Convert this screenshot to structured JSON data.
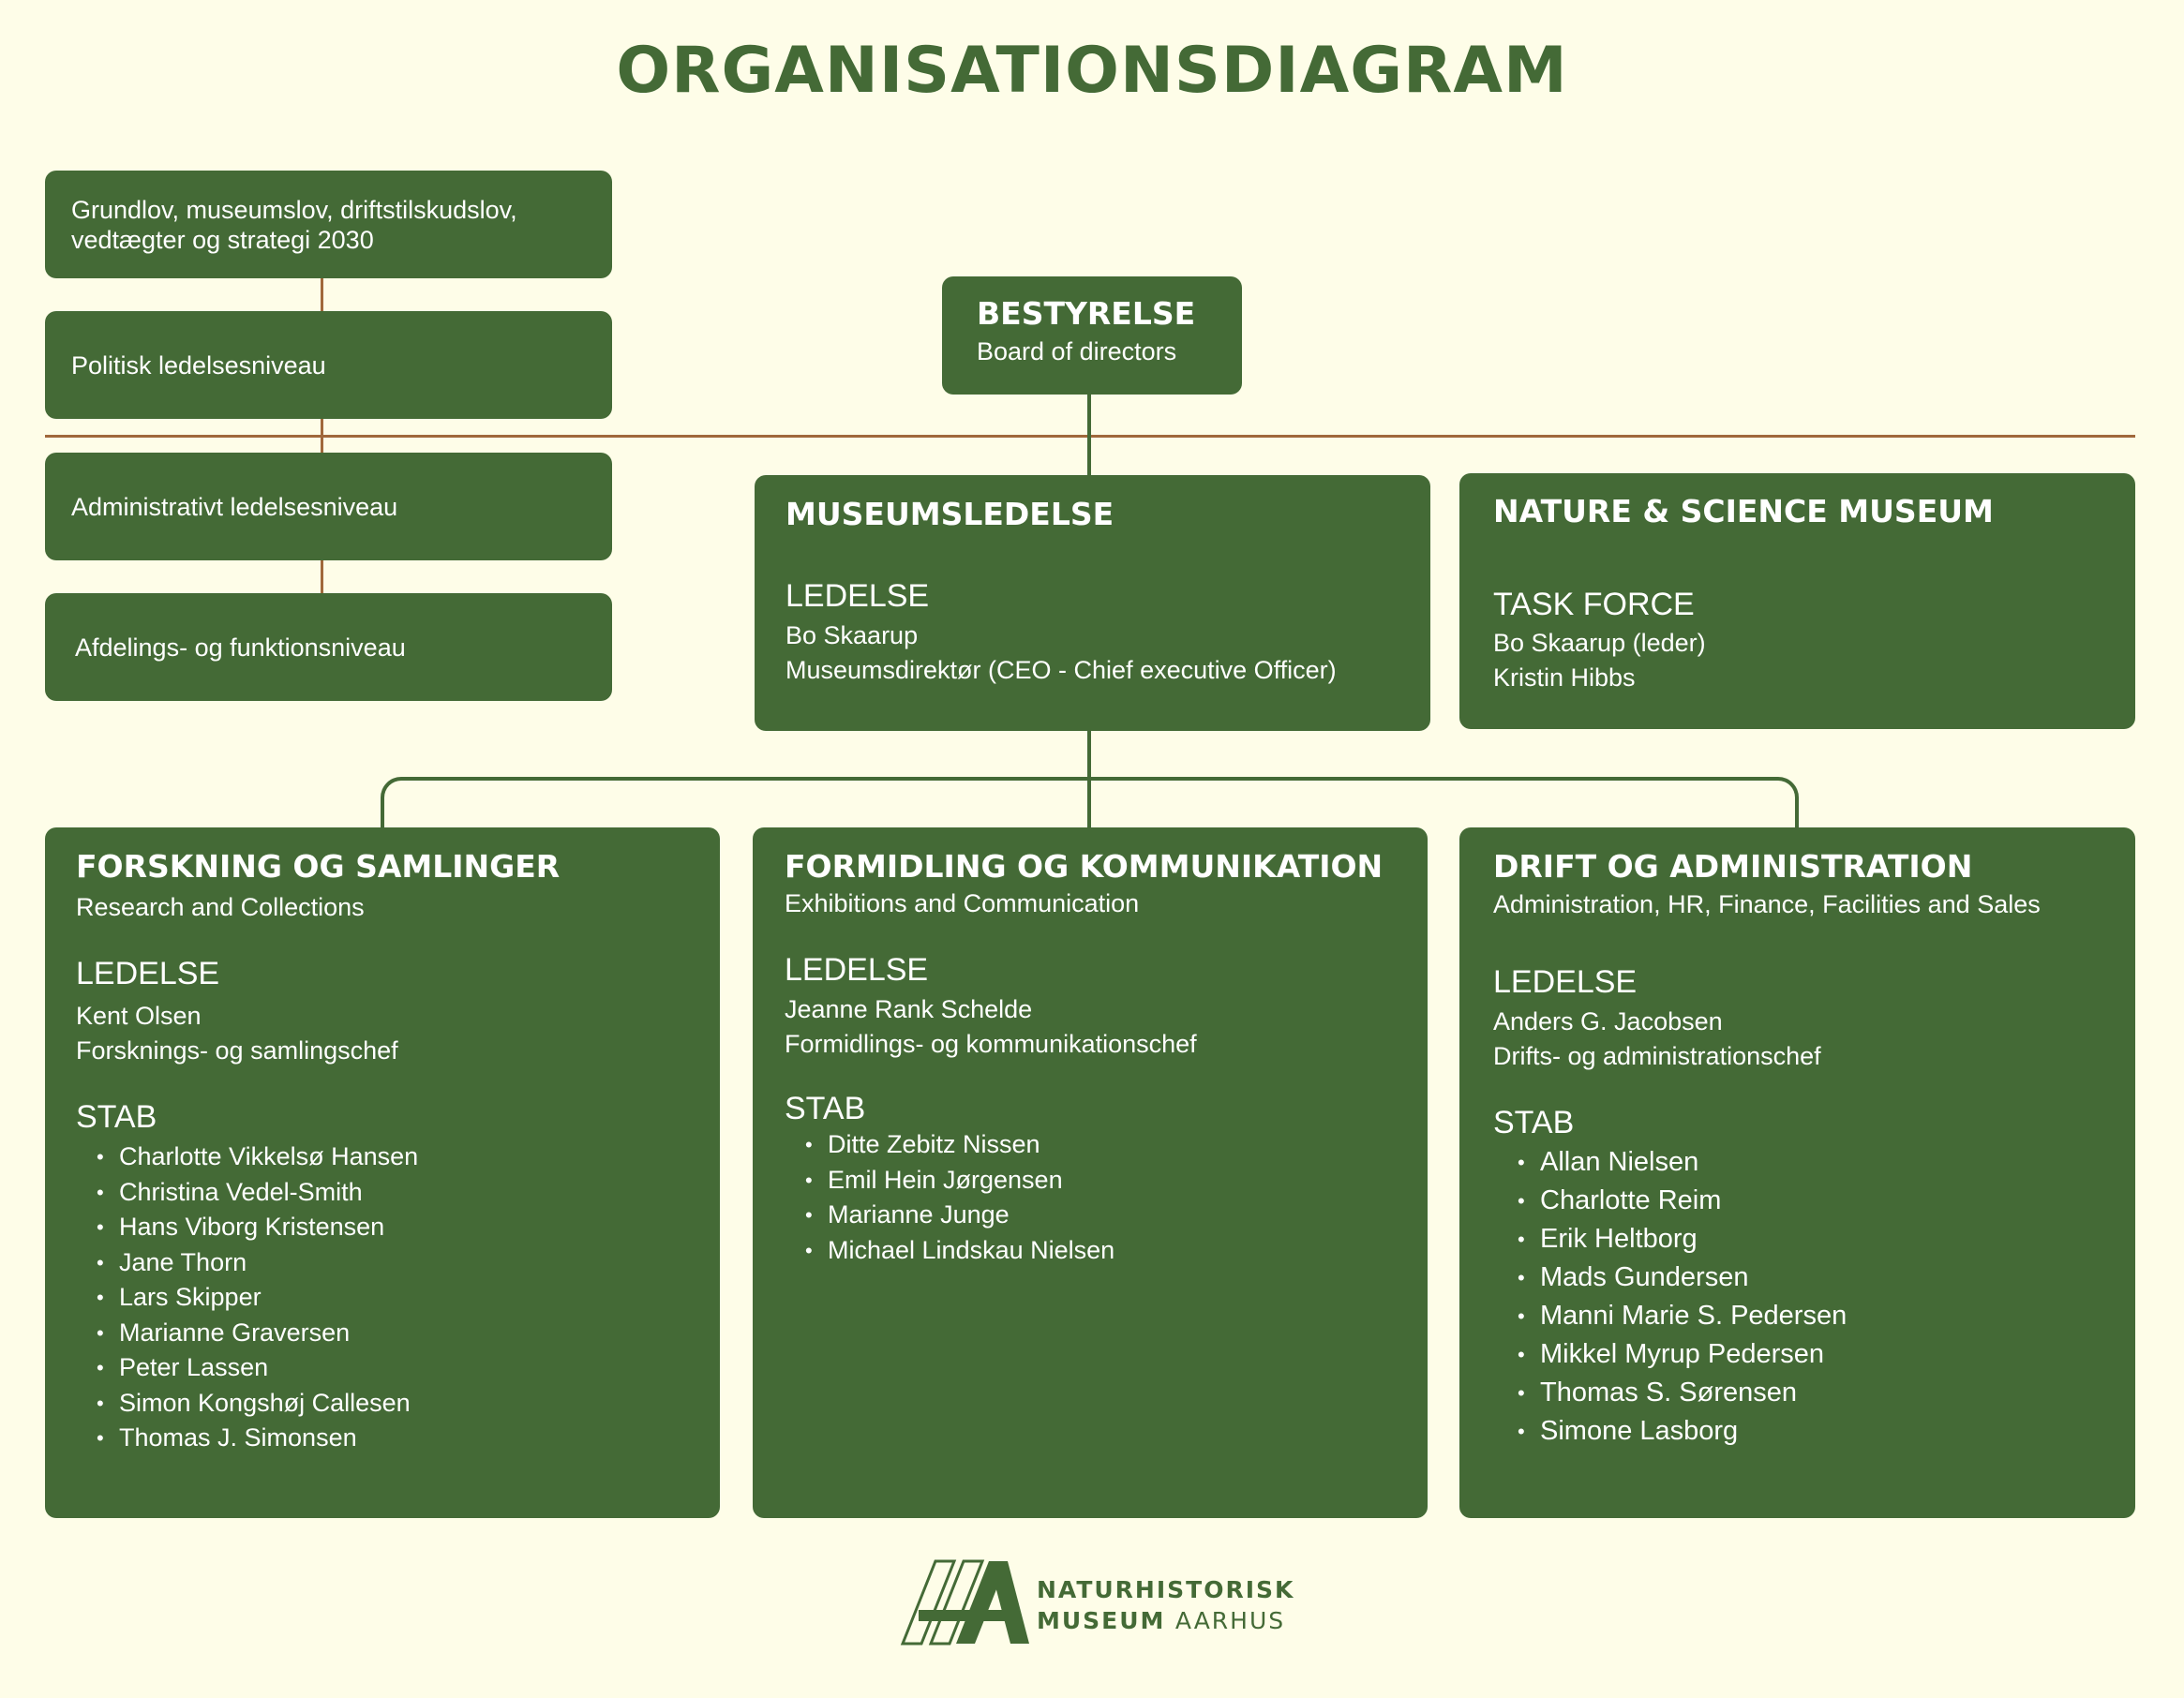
{
  "title": "ORGANISATIONSDIAGRAM",
  "levels": [
    "Grundlov, museumslov, driftstilskudslov, vedtægter og strategi 2030",
    "Politisk ledelsesniveau",
    "Administrativt ledelsesniveau",
    "Afdelings- og funktionsniveau"
  ],
  "board": {
    "title": "BESTYRELSE",
    "subtitle": "Board of directors"
  },
  "management": {
    "title": "MUSEUMSLEDELSE",
    "section": "LEDELSE",
    "name": "Bo Skaarup",
    "role": "Museumsdirektør (CEO - Chief executive Officer)"
  },
  "science_museum": {
    "title": "NATURE & SCIENCE MUSEUM",
    "section": "TASK FORCE",
    "members": [
      "Bo Skaarup (leder)",
      "Kristin Hibbs"
    ]
  },
  "departments": [
    {
      "title": "FORSKNING OG SAMLINGER",
      "subtitle": "Research and Collections",
      "lead_heading": "LEDELSE",
      "lead_name": "Kent Olsen",
      "lead_role": "Forsknings- og samlingschef",
      "staff_heading": "STAB",
      "staff": [
        "Charlotte Vikkelsø Hansen",
        "Christina Vedel-Smith",
        "Hans Viborg Kristensen",
        "Jane Thorn",
        "Lars Skipper",
        "Marianne Graversen",
        "Peter Lassen",
        "Simon Kongshøj Callesen",
        "Thomas J. Simonsen"
      ]
    },
    {
      "title": "FORMIDLING OG KOMMUNIKATION",
      "subtitle": "Exhibitions and Communication",
      "lead_heading": "LEDELSE",
      "lead_name": "Jeanne Rank Schelde",
      "lead_role": "Formidlings- og kommunikationschef",
      "staff_heading": "STAB",
      "staff": [
        "Ditte Zebitz Nissen",
        "Emil Hein Jørgensen",
        "Marianne Junge",
        "Michael Lindskau Nielsen"
      ]
    },
    {
      "title": "DRIFT OG ADMINISTRATION",
      "subtitle": "Administration, HR, Finance, Facilities and Sales",
      "lead_heading": "LEDELSE",
      "lead_name": "Anders G. Jacobsen",
      "lead_role": "Drifts- og administrationschef",
      "staff_heading": "STAB",
      "staff": [
        "Allan Nielsen",
        "Charlotte Reim",
        "Erik Heltborg",
        "Mads Gundersen",
        "Manni Marie S. Pedersen",
        "Mikkel Myrup Pedersen",
        "Thomas S. Sørensen",
        "Simone Lasborg"
      ]
    }
  ],
  "logo": {
    "line1": "NATURHISTORISK",
    "line2a": "MUSEUM",
    "line2b": "AARHUS"
  },
  "colors": {
    "green": "#446a36",
    "background": "#fefde8",
    "divider": "#a0683c"
  }
}
